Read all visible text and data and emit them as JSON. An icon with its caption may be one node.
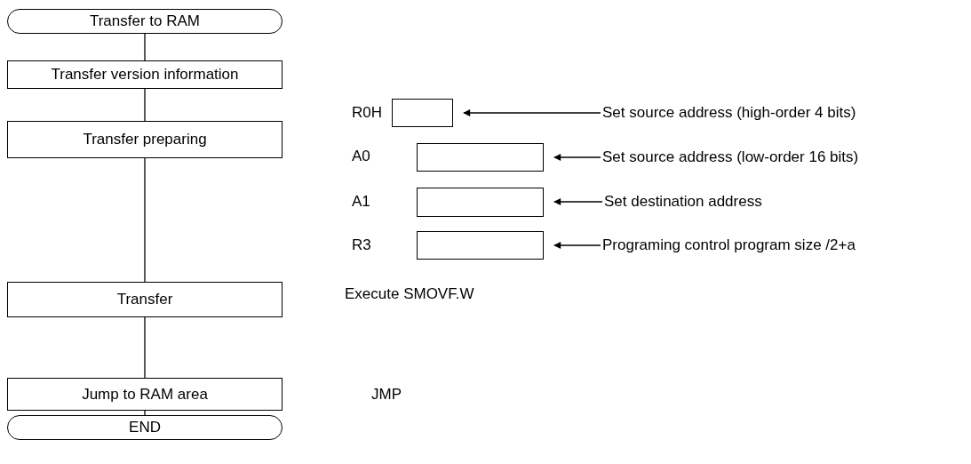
{
  "diagram": {
    "nodes": [
      {
        "text": [
          "Transfer to RAM"
        ]
      },
      {
        "text": [
          "Transfer version information"
        ]
      },
      {
        "text": [
          "Transfer preparing"
        ]
      },
      {
        "text": [
          "Transfer"
        ]
      },
      {
        "text": [
          "Jump to RAM area"
        ]
      },
      {
        "text": [
          "END"
        ]
      },
      {
        "text": [],
        "shape": "box",
        "beside": [
          "R0H"
        ]
      },
      {
        "text": [],
        "shape": "box",
        "beside": [
          "A0"
        ]
      },
      {
        "text": [],
        "shape": "box",
        "beside": [
          "A1"
        ]
      },
      {
        "text": [],
        "shape": "box",
        "beside": [
          "R3"
        ]
      },
      {
        "text": [
          "Set source address (high-order 4 bits)"
        ]
      },
      {
        "text": [
          "Set source address (low-order 16 bits)"
        ]
      },
      {
        "text": [
          "Set destination address"
        ]
      },
      {
        "text": [
          "Programing control program size /2+a"
        ]
      }
    ],
    "edges": [
      {
        "from": 0,
        "to": 1,
        "arrow": "none"
      },
      {
        "from": 1,
        "to": 2,
        "arrow": "none"
      },
      {
        "from": 2,
        "to": 3,
        "arrow": "none"
      },
      {
        "from": 3,
        "to": 4,
        "arrow": "none"
      },
      {
        "from": 4,
        "to": 5,
        "arrow": "none"
      },
      {
        "from": 10,
        "to": 6,
        "arrow": "to"
      },
      {
        "from": 11,
        "to": 7,
        "arrow": "to"
      },
      {
        "from": 12,
        "to": 8,
        "arrow": "to"
      },
      {
        "from": 13,
        "to": 9,
        "arrow": "to"
      }
    ],
    "labels": [
      "Execute SMOVF.W",
      "JMP"
    ]
  }
}
